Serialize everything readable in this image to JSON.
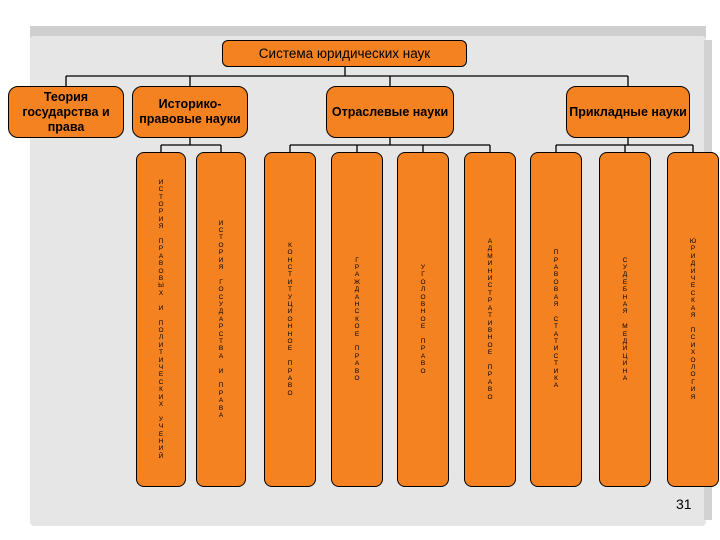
{
  "title": "Система юридических наук",
  "categories": [
    {
      "id": "theory",
      "label": "Теория государства и права"
    },
    {
      "id": "historical",
      "label": "Историко-правовые науки"
    },
    {
      "id": "branch",
      "label": "Отраслевые науки"
    },
    {
      "id": "applied",
      "label": "Прикладные науки"
    }
  ],
  "disciplines": [
    {
      "parent": "historical",
      "label": "ИСТОРИЯ ПРАВОВЫХ И ПОЛИТИЧЕСКИХ УЧЕНИЙ"
    },
    {
      "parent": "historical",
      "label": "ИСТОРИЯ ГОСУДАРСТВА И ПРАВА"
    },
    {
      "parent": "branch",
      "label": "КОНСТИТУЦИОННОЕ ПРАВО"
    },
    {
      "parent": "branch",
      "label": "ГРАЖДАНСКОЕ ПРАВО"
    },
    {
      "parent": "branch",
      "label": "УГОЛОВНОЕ ПРАВО"
    },
    {
      "parent": "branch",
      "label": "АДМИНИСТРАТИВНОЕ ПРАВО"
    },
    {
      "parent": "applied",
      "label": "ПРАВОВАЯ СТАТИСТИКА"
    },
    {
      "parent": "applied",
      "label": "СУДЕБНАЯ МЕДИЦИНА"
    },
    {
      "parent": "applied",
      "label": "ЮРИДИЧЕСКАЯ ПСИХОЛОГИЯ"
    }
  ],
  "page_number": "31",
  "colors": {
    "box_fill": "#f58220",
    "border": "#000000",
    "frame": "#e6e6e6"
  }
}
